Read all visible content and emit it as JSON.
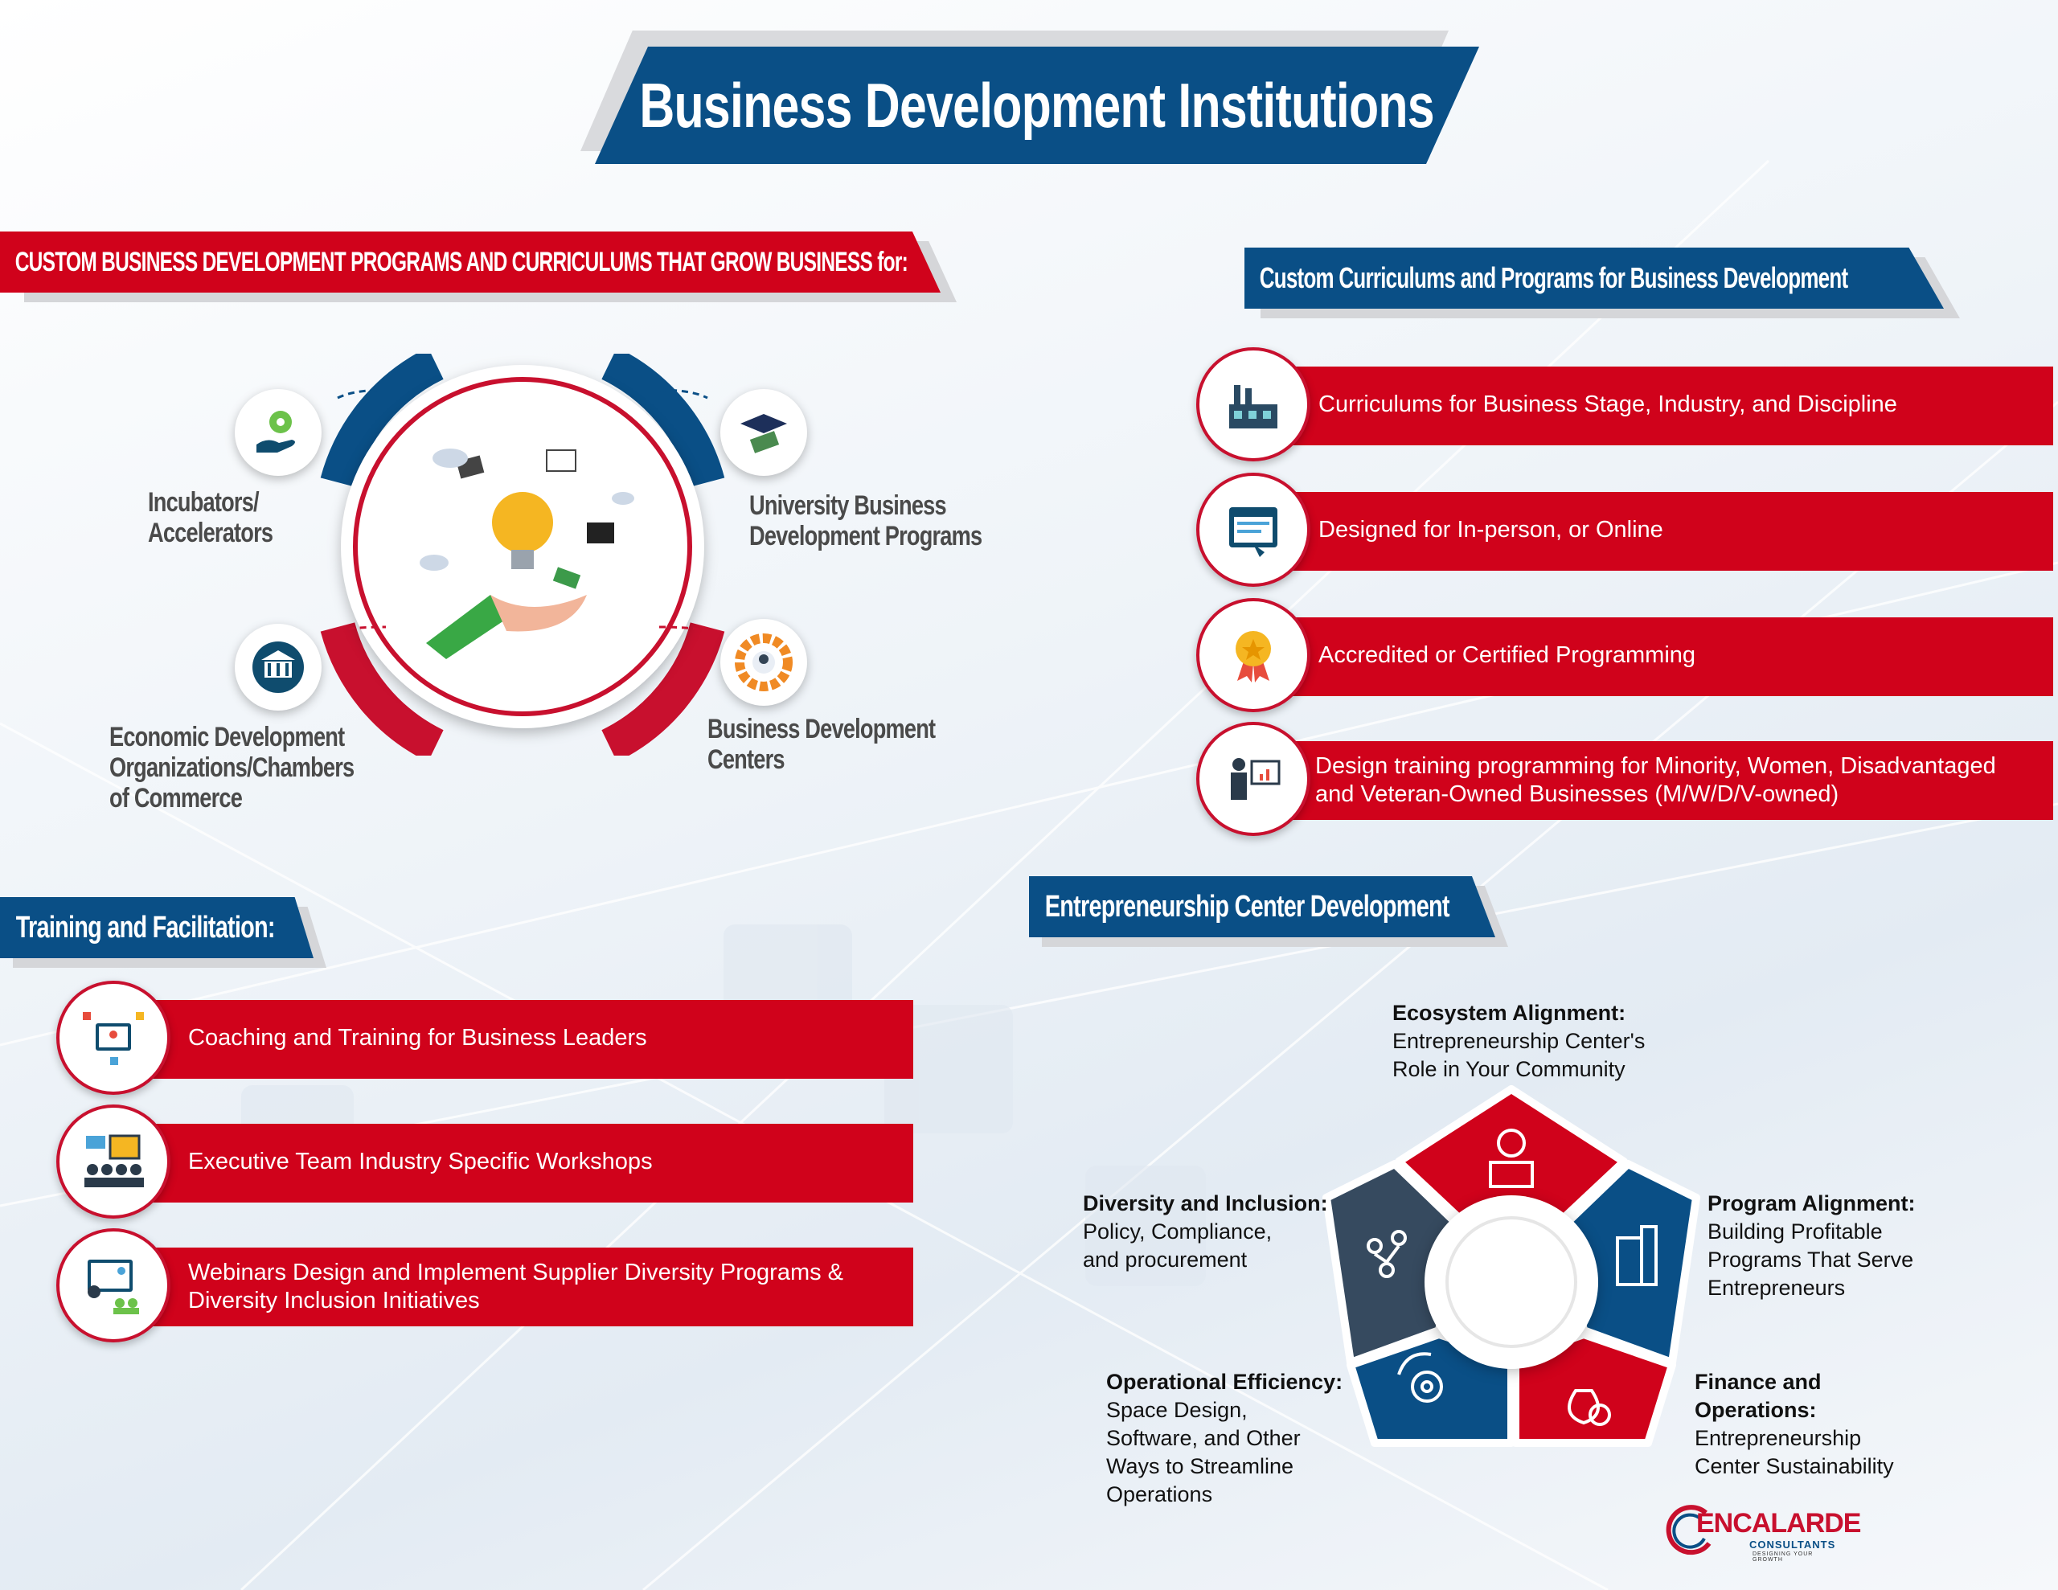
{
  "title": "Business Development Institutions",
  "programs": {
    "banner": "CUSTOM BUSINESS DEVELOPMENT PROGRAMS AND CURRICULUMS THAT GROW BUSINESS for:",
    "items": [
      {
        "label_1": "Incubators/",
        "label_2": "Accelerators",
        "icon": "gear-hand-icon"
      },
      {
        "label_1": "University Business",
        "label_2": "Development Programs",
        "icon": "graduation-icon"
      },
      {
        "label_1": "Economic Development",
        "label_2": "Organizations/Chambers",
        "label_3": "of Commerce",
        "icon": "government-building-icon"
      },
      {
        "label_1": "Business Development",
        "label_2": "Centers",
        "icon": "business-center-icon"
      }
    ],
    "center_icon": "idea-hand-icon"
  },
  "curriculums": {
    "banner": "Custom Curriculums and Programs for Business Development",
    "items": [
      {
        "text": "Curriculums for Business Stage, Industry, and Discipline",
        "icon": "factory-icon"
      },
      {
        "text": "Designed for In-person, or Online",
        "icon": "web-page-icon"
      },
      {
        "text": "Accredited or Certified Programming",
        "icon": "award-medal-icon"
      },
      {
        "text_1": "Design training programming for Minority, Women, Disadvantaged",
        "text_2": "and Veteran-Owned Businesses (M/W/D/V-owned)",
        "icon": "presenter-icon"
      }
    ]
  },
  "training": {
    "banner": "Training and Facilitation:",
    "items": [
      {
        "text": "Coaching and Training for Business Leaders",
        "icon": "coaching-icon"
      },
      {
        "text": "Executive Team Industry Specific Workshops",
        "icon": "workshop-icon"
      },
      {
        "text_1": "Webinars Design and Implement Supplier Diversity Programs &",
        "text_2": "Diversity Inclusion Initiatives",
        "icon": "webinar-icon"
      }
    ]
  },
  "entrepreneurship": {
    "banner": "Entrepreneurship Center Development",
    "items": [
      {
        "heading": "Ecosystem Alignment:",
        "lines": [
          "Entrepreneurship Center's",
          "Role in Your Community"
        ],
        "icon": "ecosystem-icon"
      },
      {
        "heading": "Program Alignment:",
        "lines": [
          "Building Profitable",
          "Programs That Serve",
          "Entrepreneurs"
        ],
        "icon": "building-icon"
      },
      {
        "heading": "Finance and",
        "heading_2": "Operations:",
        "lines": [
          "Entrepreneurship",
          "Center Sustainability"
        ],
        "icon": "money-bag-icon"
      },
      {
        "heading": "Operational Efficiency:",
        "lines": [
          "Space Design,",
          "Software, and Other",
          "Ways to Streamline",
          "Operations"
        ],
        "icon": "gear-cycle-icon"
      },
      {
        "heading": "Diversity and Inclusion:",
        "lines": [
          "Policy, Compliance,",
          "and procurement"
        ],
        "icon": "diversity-icon"
      }
    ]
  },
  "logo": {
    "name": "ENCALARDE",
    "sub": "CONSULTANTS",
    "tagline": "DESIGNING YOUR GROWTH"
  },
  "colors": {
    "red": "#d0021b",
    "blue": "#0a4f86",
    "slate": "#364a5f"
  }
}
